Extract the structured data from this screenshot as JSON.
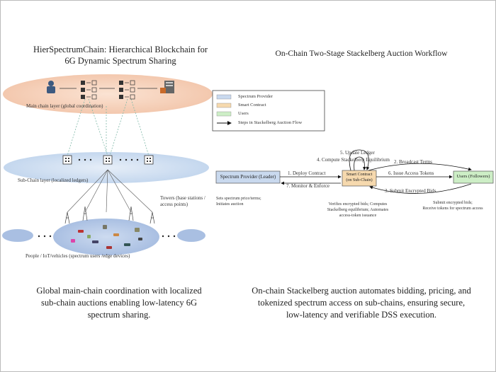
{
  "left_panel": {
    "title_line1": "HierSpectrumChain: Hierarchical Blockchain for",
    "title_line2": "6G Dynamic Spectrum Sharing",
    "main_layer_label": "Main chain layer (global coordination)",
    "sub_layer_label": "Sub-Chain layer (localized ledgers)",
    "towers_label_line1": "Towers (base stations /",
    "towers_label_line2": "access points)",
    "people_label": "People / IoT/vehicles (spectrum users /edge devices)",
    "caption_line1": "Global main-chain coordination with localized",
    "caption_line2": "sub-chain auctions enabling low-latency 6G",
    "caption_line3": "spectrum sharing."
  },
  "right_panel": {
    "title": "On-Chain Two-Stage Stackelberg Auction Workflow",
    "legend": [
      {
        "label": "Spectrum Provider",
        "color": "#c9d9ee"
      },
      {
        "label": "Smart Contract",
        "color": "#f6d9ae"
      },
      {
        "label": "Users",
        "color": "#cdeec6"
      },
      {
        "label": "Steps in Stackelberg Auction Flow",
        "color": "#000000"
      }
    ],
    "provider_box": "Spectrum Provider (Leader)",
    "contract_box_line1": "Smart Contract",
    "contract_box_line2": "(on Sub-Chain)",
    "users_box": "Users (Followers)",
    "steps": {
      "s1": "1. Deploy Contract",
      "s2": "2. Broadcast Terms",
      "s3": "3. Submit Encrypted Bids",
      "s4": "4. Compute Stackelberg Equilibrium",
      "s5": "5. Update Ledger",
      "s6": "6. Issue Access Tokens",
      "s7": "7. Monitor & Enforce"
    },
    "provider_note_line1": "Sets spectrum price/terms;",
    "provider_note_line2": "Initiates auction",
    "contract_note_line1": "Verifies encrypted bids; Computes",
    "contract_note_line2": "Stackelberg equilibrium; Automates",
    "contract_note_line3": "access-token issuance",
    "users_note_line1": "Submit encrypted bids;",
    "users_note_line2": "Receive tokens for spectrum access",
    "caption_line1": "On-chain Stackelberg auction automates bidding, pricing, and",
    "caption_line2": "tokenized spectrum access on sub-chains, ensuring secure,",
    "caption_line3": "low-latency and verifiable DSS execution."
  },
  "colors": {
    "main_layer": "#f6d2bd",
    "sub_layer": "#cfdff1",
    "user_layer": "#b7c9e6",
    "provider": "#c9d9ee",
    "contract": "#f6d9ae",
    "users": "#cdeec6"
  },
  "icons": [
    "person-icon",
    "cube-icon",
    "checkbox-icon",
    "server-icon",
    "node-icon",
    "tower-icon",
    "vehicle-icon"
  ]
}
